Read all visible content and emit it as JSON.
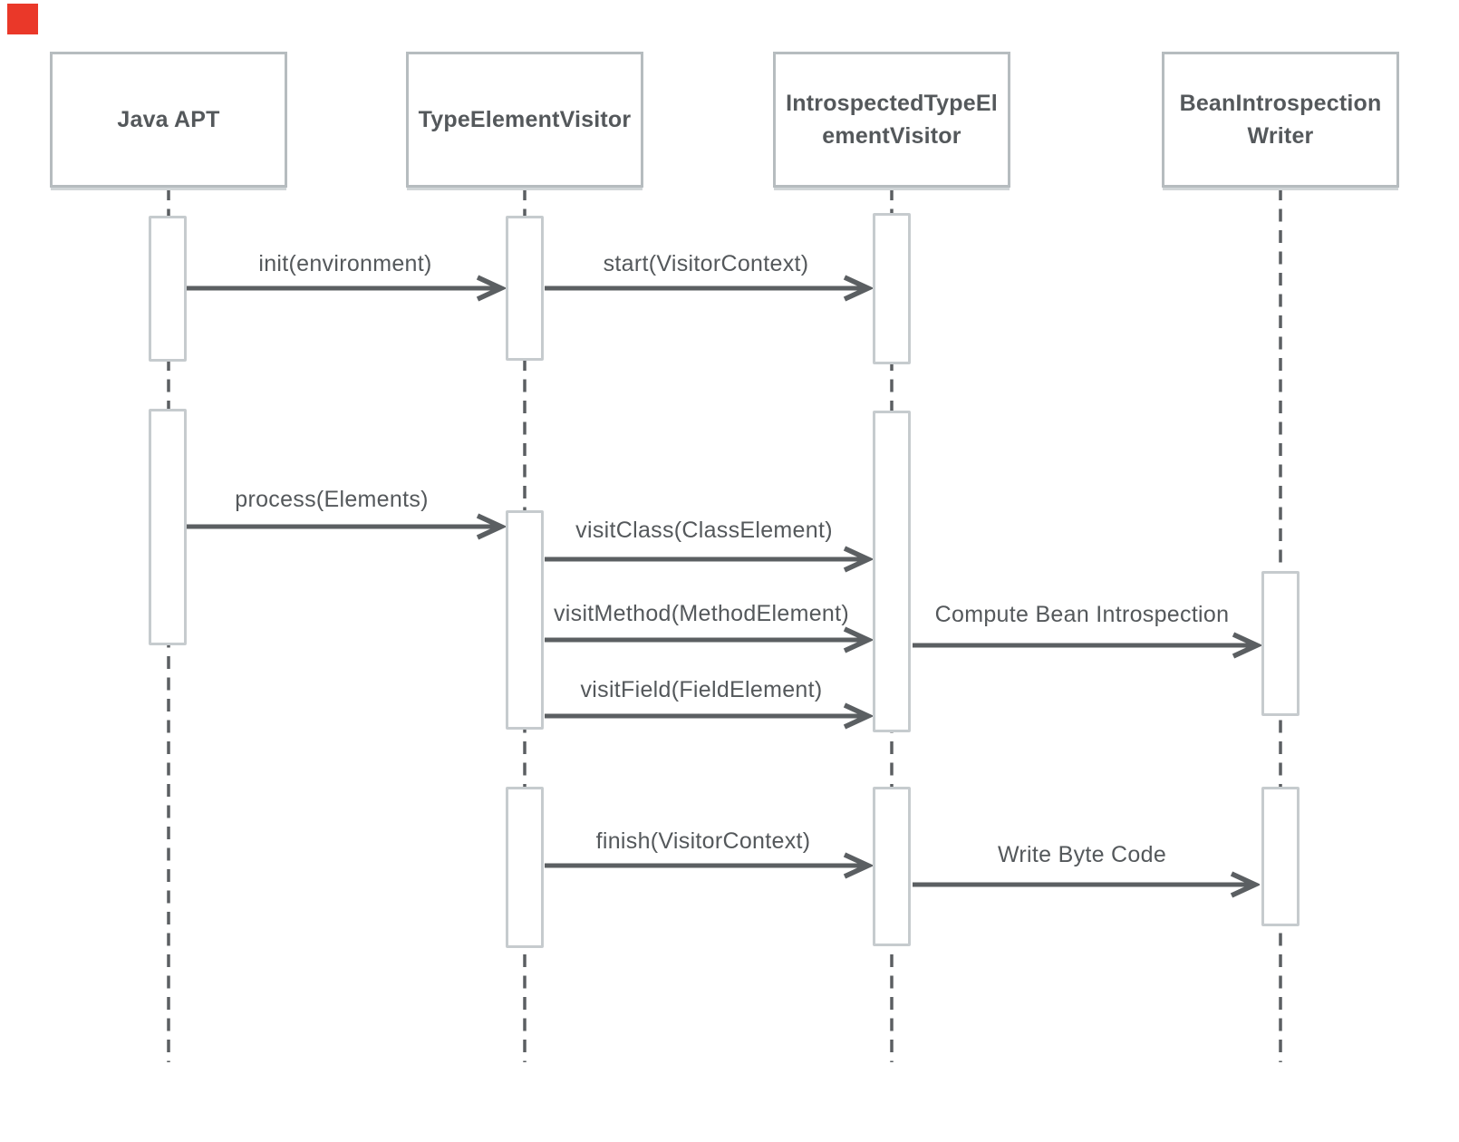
{
  "diagram": {
    "type": "uml-sequence-diagram",
    "actors": [
      {
        "id": "java-apt",
        "label": "Java APT"
      },
      {
        "id": "type-element-visitor",
        "label": "TypeElementVisitor"
      },
      {
        "id": "introspected-type-element-visitor",
        "label": "IntrospectedTypeEl\nementVisitor"
      },
      {
        "id": "bean-introspection-writer",
        "label": "BeanIntrospection\nWriter"
      }
    ],
    "messages": [
      {
        "label": "init(environment)",
        "from": "Java APT",
        "to": "TypeElementVisitor"
      },
      {
        "label": "start(VisitorContext)",
        "from": "TypeElementVisitor",
        "to": "IntrospectedTypeElementVisitor"
      },
      {
        "label": "process(Elements)",
        "from": "Java APT",
        "to": "TypeElementVisitor"
      },
      {
        "label": "visitClass(ClassElement)",
        "from": "TypeElementVisitor",
        "to": "IntrospectedTypeElementVisitor"
      },
      {
        "label": "visitMethod(MethodElement)",
        "from": "TypeElementVisitor",
        "to": "IntrospectedTypeElementVisitor"
      },
      {
        "label": "Compute Bean Introspection",
        "from": "IntrospectedTypeElementVisitor",
        "to": "BeanIntrospectionWriter"
      },
      {
        "label": "visitField(FieldElement)",
        "from": "TypeElementVisitor",
        "to": "IntrospectedTypeElementVisitor"
      },
      {
        "label": "finish(VisitorContext)",
        "from": "TypeElementVisitor",
        "to": "IntrospectedTypeElementVisitor"
      },
      {
        "label": "Write Byte Code",
        "from": "IntrospectedTypeElementVisitor",
        "to": "BeanIntrospectionWriter"
      }
    ],
    "colors": {
      "background": "#ffffff",
      "line": "#5b5f62",
      "box_border": "#b6bcbf",
      "bar_border": "#c6cbce",
      "text": "#54585b",
      "marker": "#ea3829",
      "shadow": "#d0d5d7"
    }
  }
}
